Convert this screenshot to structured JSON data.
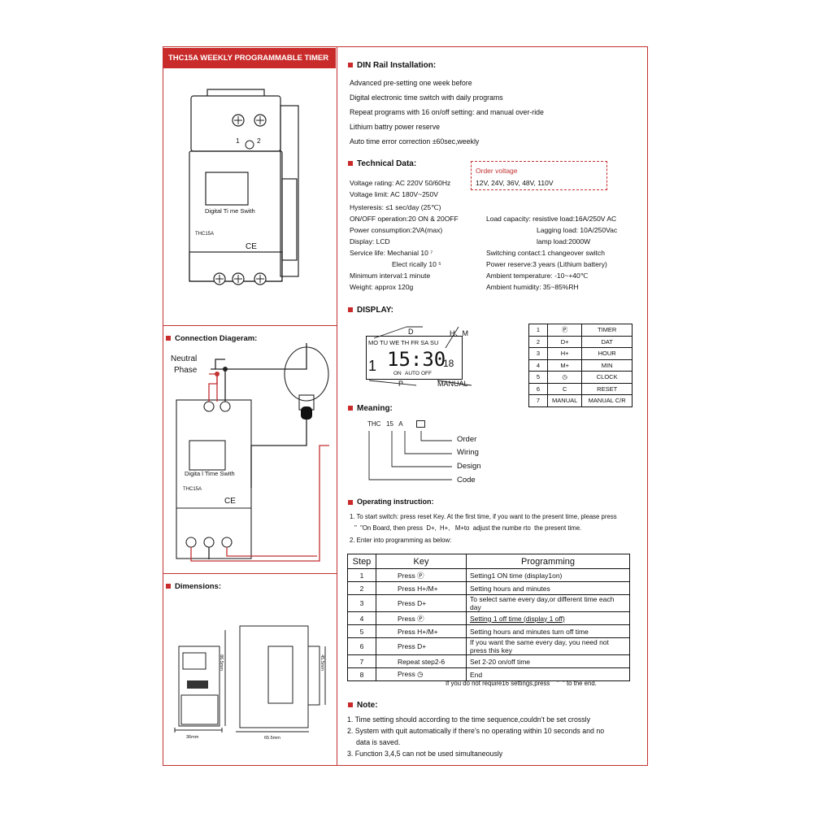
{
  "title": "THC15A WEEKLY PROGRAMMABLE TIMER",
  "sections": {
    "connection": "Connection Diageram:",
    "dimensions": "Dimensions:",
    "din": "DIN Rail Installation:",
    "technical": "Technical Data:",
    "display": "DISPLAY:",
    "meaning": "Meaning:",
    "operating": "Operating instruction:",
    "note": "Note:"
  },
  "device": {
    "label": "Digital Ti me Swith",
    "model": "THC15A",
    "ce": "CE",
    "term1": "1",
    "term2": "2"
  },
  "device2": {
    "label": "Digita l Time Swith",
    "model": "THC15A",
    "ce": "CE"
  },
  "connection_labels": {
    "neutral": "Neutral",
    "phase": "Phase"
  },
  "dim_labels": {
    "w1": "36mm",
    "w2": "65.5mm",
    "h1": "86.5mm",
    "h2": "45.5mm"
  },
  "din_lines": [
    "Advanced pre-setting one week before",
    "Digital electronic time switch with daily programs",
    "Repeat programs    with  16 on/off  setting:  and manual over-ride",
    "Lithium battry power reserve",
    "Auto time error correction  ±60sec,weekly"
  ],
  "order_voltage": {
    "title": "Order voltage",
    "values": "12V, 24V, 36V, 48V, 110V"
  },
  "tech_left": [
    "Voltage rating: AC 220V  50/60Hz",
    "Voltage limit: AC 180V~250V",
    "Hysteresis:  ≤1 sec/day (25℃)",
    "ON/OFF operation:20 ON & 20OFF",
    "Power consumption:2VA(max)",
    "Display: LCD",
    "Service life:  Mechanial   10 ⁷",
    "Elect rically  10 ⁵",
    "Minimum interval:1 minute",
    "Weight: approx 120g"
  ],
  "tech_right": [
    "Load capacity: resistive load:16A/250V AC",
    "Lagging load: 10A/250Vac",
    "lamp load:2000W",
    "Switching contact:1 changeover switch",
    "Power reserve:3 years (Lithium battery)",
    "Ambient temperature: -10~+40℃",
    "Ambient humidity: 35~85%RH"
  ],
  "lcd": {
    "days": "MO TU WE TH FR SA SU",
    "time": "15:30",
    "sec": "18",
    "on": "ON",
    "auto": "AUTO",
    "off": "OFF",
    "lbl_d": "D",
    "lbl_hm": "H、M",
    "lbl_p": "P",
    "lbl_manual": "MANUAL"
  },
  "keys": [
    {
      "n": "1",
      "k": "P",
      "f": "TIMER"
    },
    {
      "n": "2",
      "k": "D+",
      "f": "DAT"
    },
    {
      "n": "3",
      "k": "H+",
      "f": "HOUR"
    },
    {
      "n": "4",
      "k": "M+",
      "f": "MIN"
    },
    {
      "n": "5",
      "k": "clock",
      "f": "CLOCK"
    },
    {
      "n": "6",
      "k": "C",
      "f": "RESET"
    },
    {
      "n": "7",
      "k": "MANUAL",
      "f": "MANUAL C/R"
    }
  ],
  "meaning": {
    "code": "THC   15   A",
    "items": [
      "Order",
      "Wiring",
      "Design",
      "Code"
    ]
  },
  "operating_lines": [
    "1.  To start switch:  press reset Key. At the first time, if you want to the present time, please press",
    "\"  \"On Board, then press  D+,  H+,   M+to  adjust the numbe rto  the present time.",
    "2.  Enter into programming  as below:"
  ],
  "prog_headers": [
    "Step",
    "Key",
    "Programming"
  ],
  "prog_rows": [
    {
      "step": "1",
      "key": "Press  Ⓟ",
      "prog": "Setting1 ON time  (display1on)"
    },
    {
      "step": "2",
      "key": "Press H+/M+",
      "prog": "Setting hours and minutes"
    },
    {
      "step": "3",
      "key": "Press  D+",
      "prog": "To select same every day,or different time each day"
    },
    {
      "step": "4",
      "key": "Press  Ⓟ",
      "prog": "Setting 1 off time (display 1 off)"
    },
    {
      "step": "5",
      "key": "Press H+/M+",
      "prog": "Setting hours and minutes turn off time"
    },
    {
      "step": "6",
      "key": "Press  D+",
      "prog": "If you want the same every day, you need not press this key"
    },
    {
      "step": "7",
      "key": "Repeat step2-6",
      "prog": "Set 2-20 on/off time"
    },
    {
      "step": "8",
      "key": "Press  ◷",
      "prog": "End"
    }
  ],
  "prog_footer": "If you do not require16 settings,press    \"  \" to the end.",
  "notes": [
    "1.  Time setting should according to the time sequence,couldn't be set crossly",
    "2.  System with quit automatically if there's no operating within 10 seconds and no",
    "data is saved.",
    "3.  Function 3,4,5 can not be used simultaneously"
  ]
}
